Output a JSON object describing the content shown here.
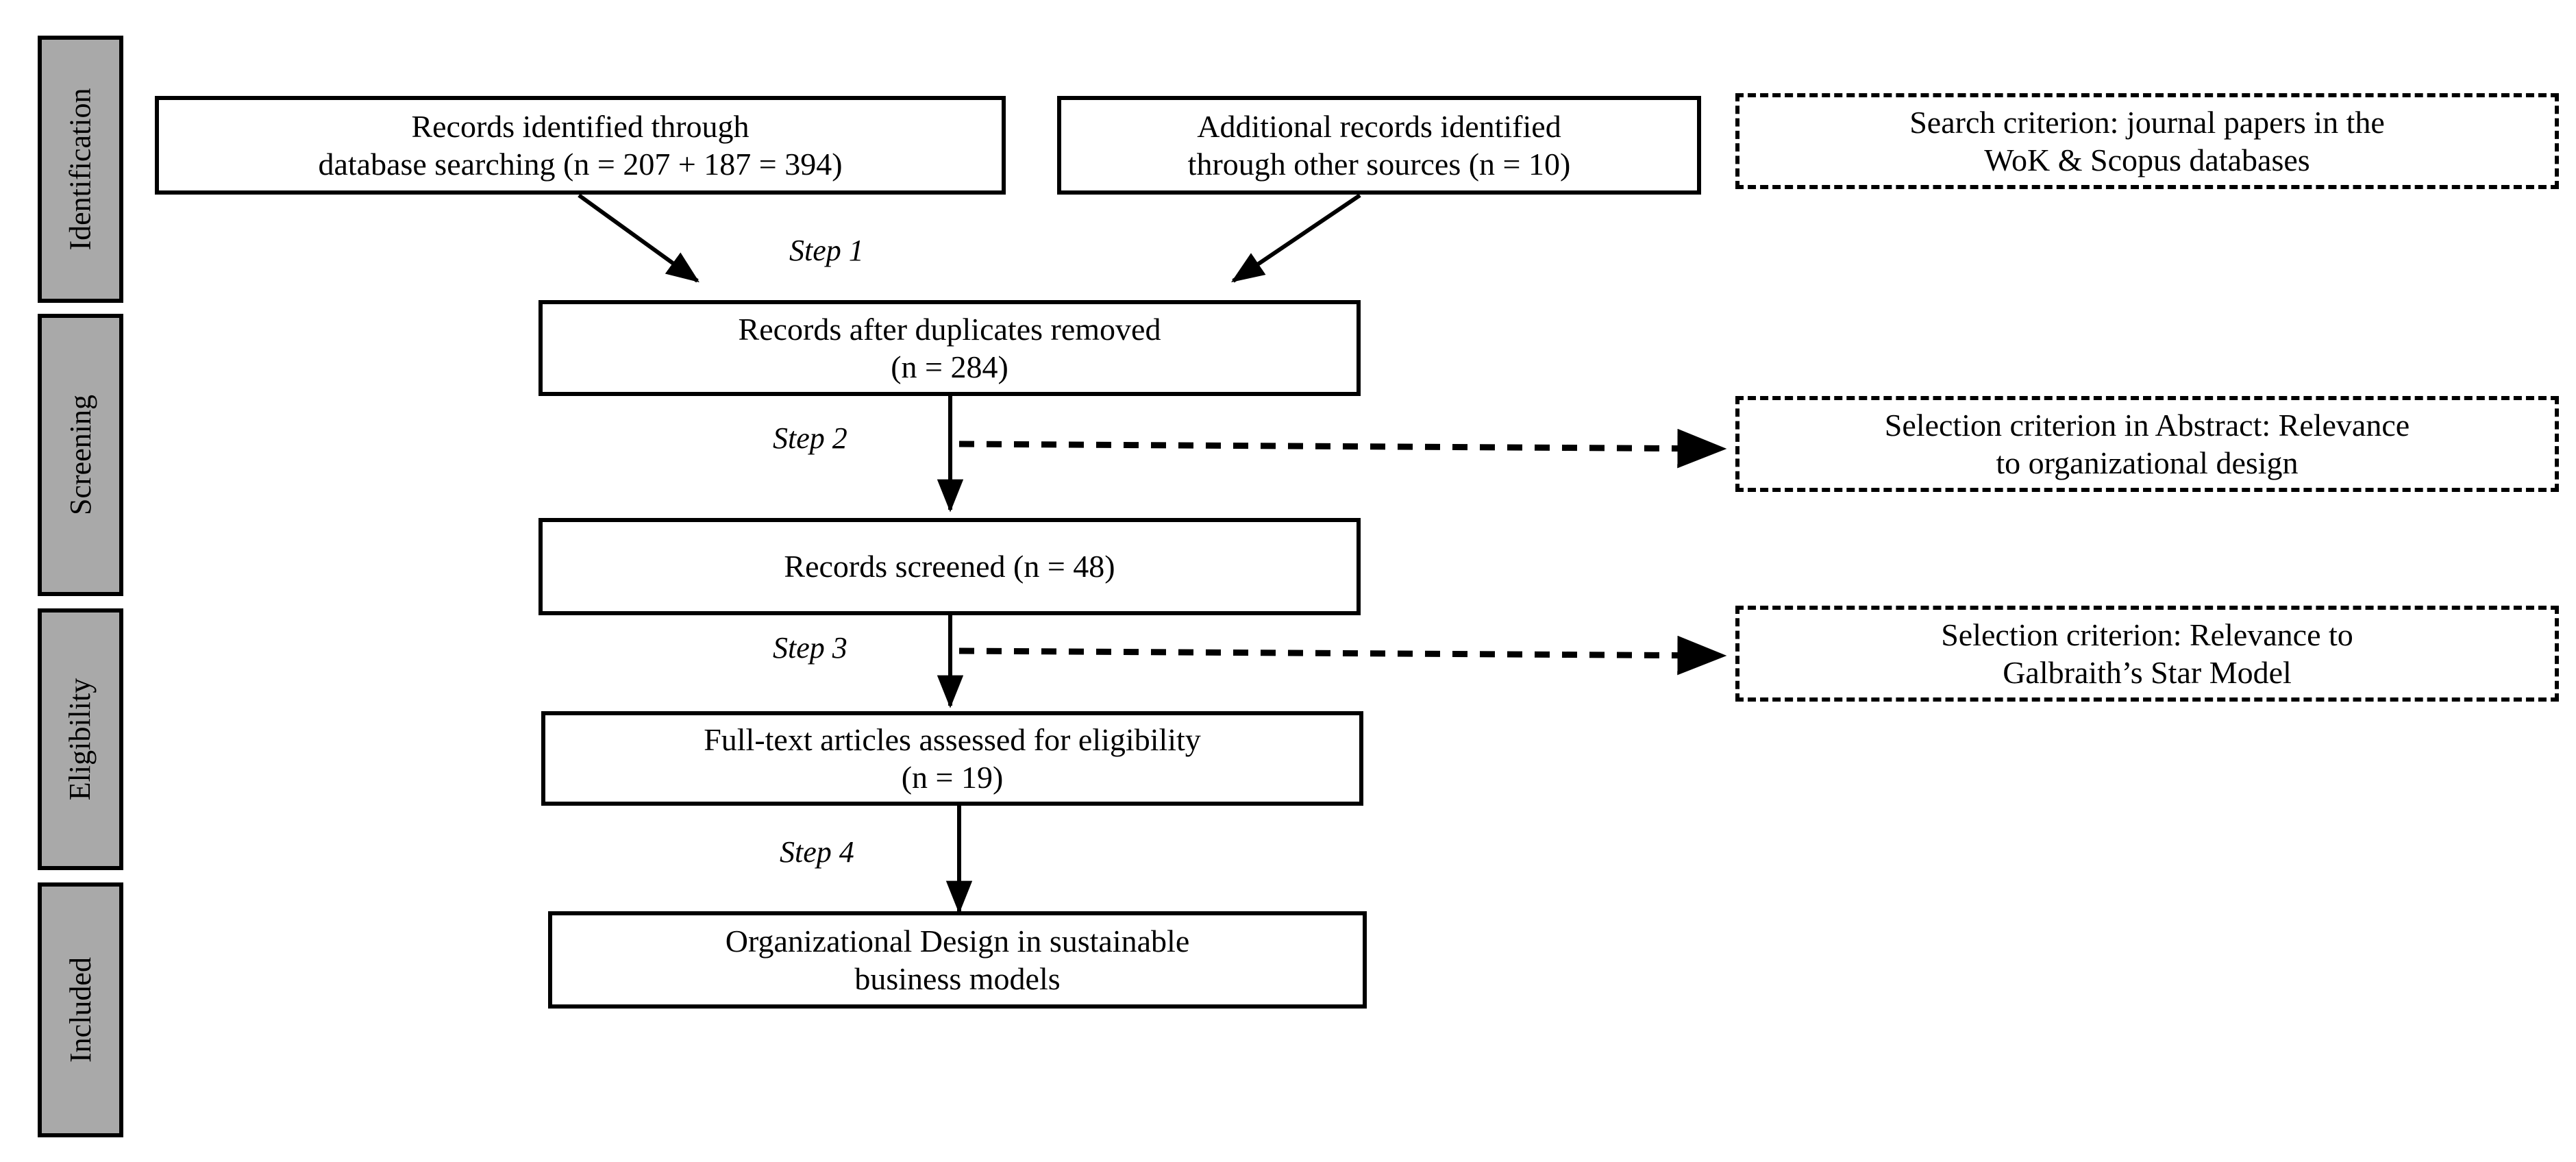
{
  "figure": {
    "type": "prisma-flow-diagram",
    "background_color": "#ffffff",
    "line_color": "#000000",
    "stage_fill_color": "#a9a9a9"
  },
  "stages": [
    {
      "id": "identification",
      "label": "Identification"
    },
    {
      "id": "screening",
      "label": "Screening"
    },
    {
      "id": "eligibility",
      "label": "Eligibility"
    },
    {
      "id": "included",
      "label": "Included"
    }
  ],
  "boxes": {
    "records_identified": {
      "line1": "Records identified through",
      "line2": "database searching (n = 207 + 187 = 394)"
    },
    "additional_records": {
      "line1": "Additional records identified",
      "line2": "through other sources (n = 10)"
    },
    "duplicates_removed": {
      "line1": "Records after duplicates removed",
      "line2": "(n = 284)"
    },
    "records_screened": {
      "line1": "Records screened (n = 48)",
      "line2": ""
    },
    "full_text_assessed": {
      "line1": "Full-text articles assessed for eligibility",
      "line2": "(n = 19)"
    },
    "final_result": {
      "line1": "Organizational Design in sustainable",
      "line2": "business models"
    }
  },
  "criteria": {
    "search_criterion": {
      "line1": "Search criterion: journal papers in the",
      "line2": "WoK & Scopus databases"
    },
    "abstract_criterion": {
      "line1": "Selection criterion in Abstract: Relevance",
      "line2": "to organizational design"
    },
    "star_model_criterion": {
      "line1": "Selection criterion: Relevance to",
      "line2": "Galbraith’s Star Model"
    }
  },
  "steps": [
    {
      "id": "step1",
      "label": "Step 1"
    },
    {
      "id": "step2",
      "label": "Step 2"
    },
    {
      "id": "step3",
      "label": "Step 3"
    },
    {
      "id": "step4",
      "label": "Step 4"
    }
  ],
  "chart_data": {
    "type": "diagram",
    "title": "PRISMA flow diagram",
    "nodes": [
      {
        "id": "records_identified",
        "stage": "Identification",
        "text": "Records identified through database searching (n = 207 + 187 = 394)",
        "n": 394,
        "style": "solid"
      },
      {
        "id": "additional_records",
        "stage": "Identification",
        "text": "Additional records identified through other sources (n = 10)",
        "n": 10,
        "style": "solid"
      },
      {
        "id": "search_criterion",
        "stage": "Identification",
        "text": "Search criterion: journal papers in the WoK & Scopus databases",
        "style": "dashed"
      },
      {
        "id": "duplicates_removed",
        "stage": "Screening",
        "text": "Records after duplicates removed (n = 284)",
        "n": 284,
        "style": "solid"
      },
      {
        "id": "abstract_criterion",
        "stage": "Screening",
        "text": "Selection criterion in Abstract: Relevance to organizational design",
        "style": "dashed"
      },
      {
        "id": "records_screened",
        "stage": "Screening",
        "text": "Records screened (n = 48)",
        "n": 48,
        "style": "solid"
      },
      {
        "id": "star_model_criterion",
        "stage": "Eligibility",
        "text": "Selection criterion: Relevance to Galbraith’s Star Model",
        "style": "dashed"
      },
      {
        "id": "full_text_assessed",
        "stage": "Eligibility",
        "text": "Full-text articles assessed for eligibility (n = 19)",
        "n": 19,
        "style": "solid"
      },
      {
        "id": "final_result",
        "stage": "Included",
        "text": "Organizational Design in sustainable business models",
        "style": "solid"
      }
    ],
    "edges": [
      {
        "from": "records_identified",
        "to": "duplicates_removed",
        "label": "Step 1",
        "style": "solid"
      },
      {
        "from": "additional_records",
        "to": "duplicates_removed",
        "label": "Step 1",
        "style": "solid"
      },
      {
        "from": "duplicates_removed",
        "to": "records_screened",
        "label": "Step 2",
        "style": "solid"
      },
      {
        "from": "duplicates_removed",
        "to": "abstract_criterion",
        "label": "",
        "style": "dashed"
      },
      {
        "from": "records_screened",
        "to": "full_text_assessed",
        "label": "Step 3",
        "style": "solid"
      },
      {
        "from": "records_screened",
        "to": "star_model_criterion",
        "label": "",
        "style": "dashed"
      },
      {
        "from": "full_text_assessed",
        "to": "final_result",
        "label": "Step 4",
        "style": "solid"
      }
    ]
  }
}
